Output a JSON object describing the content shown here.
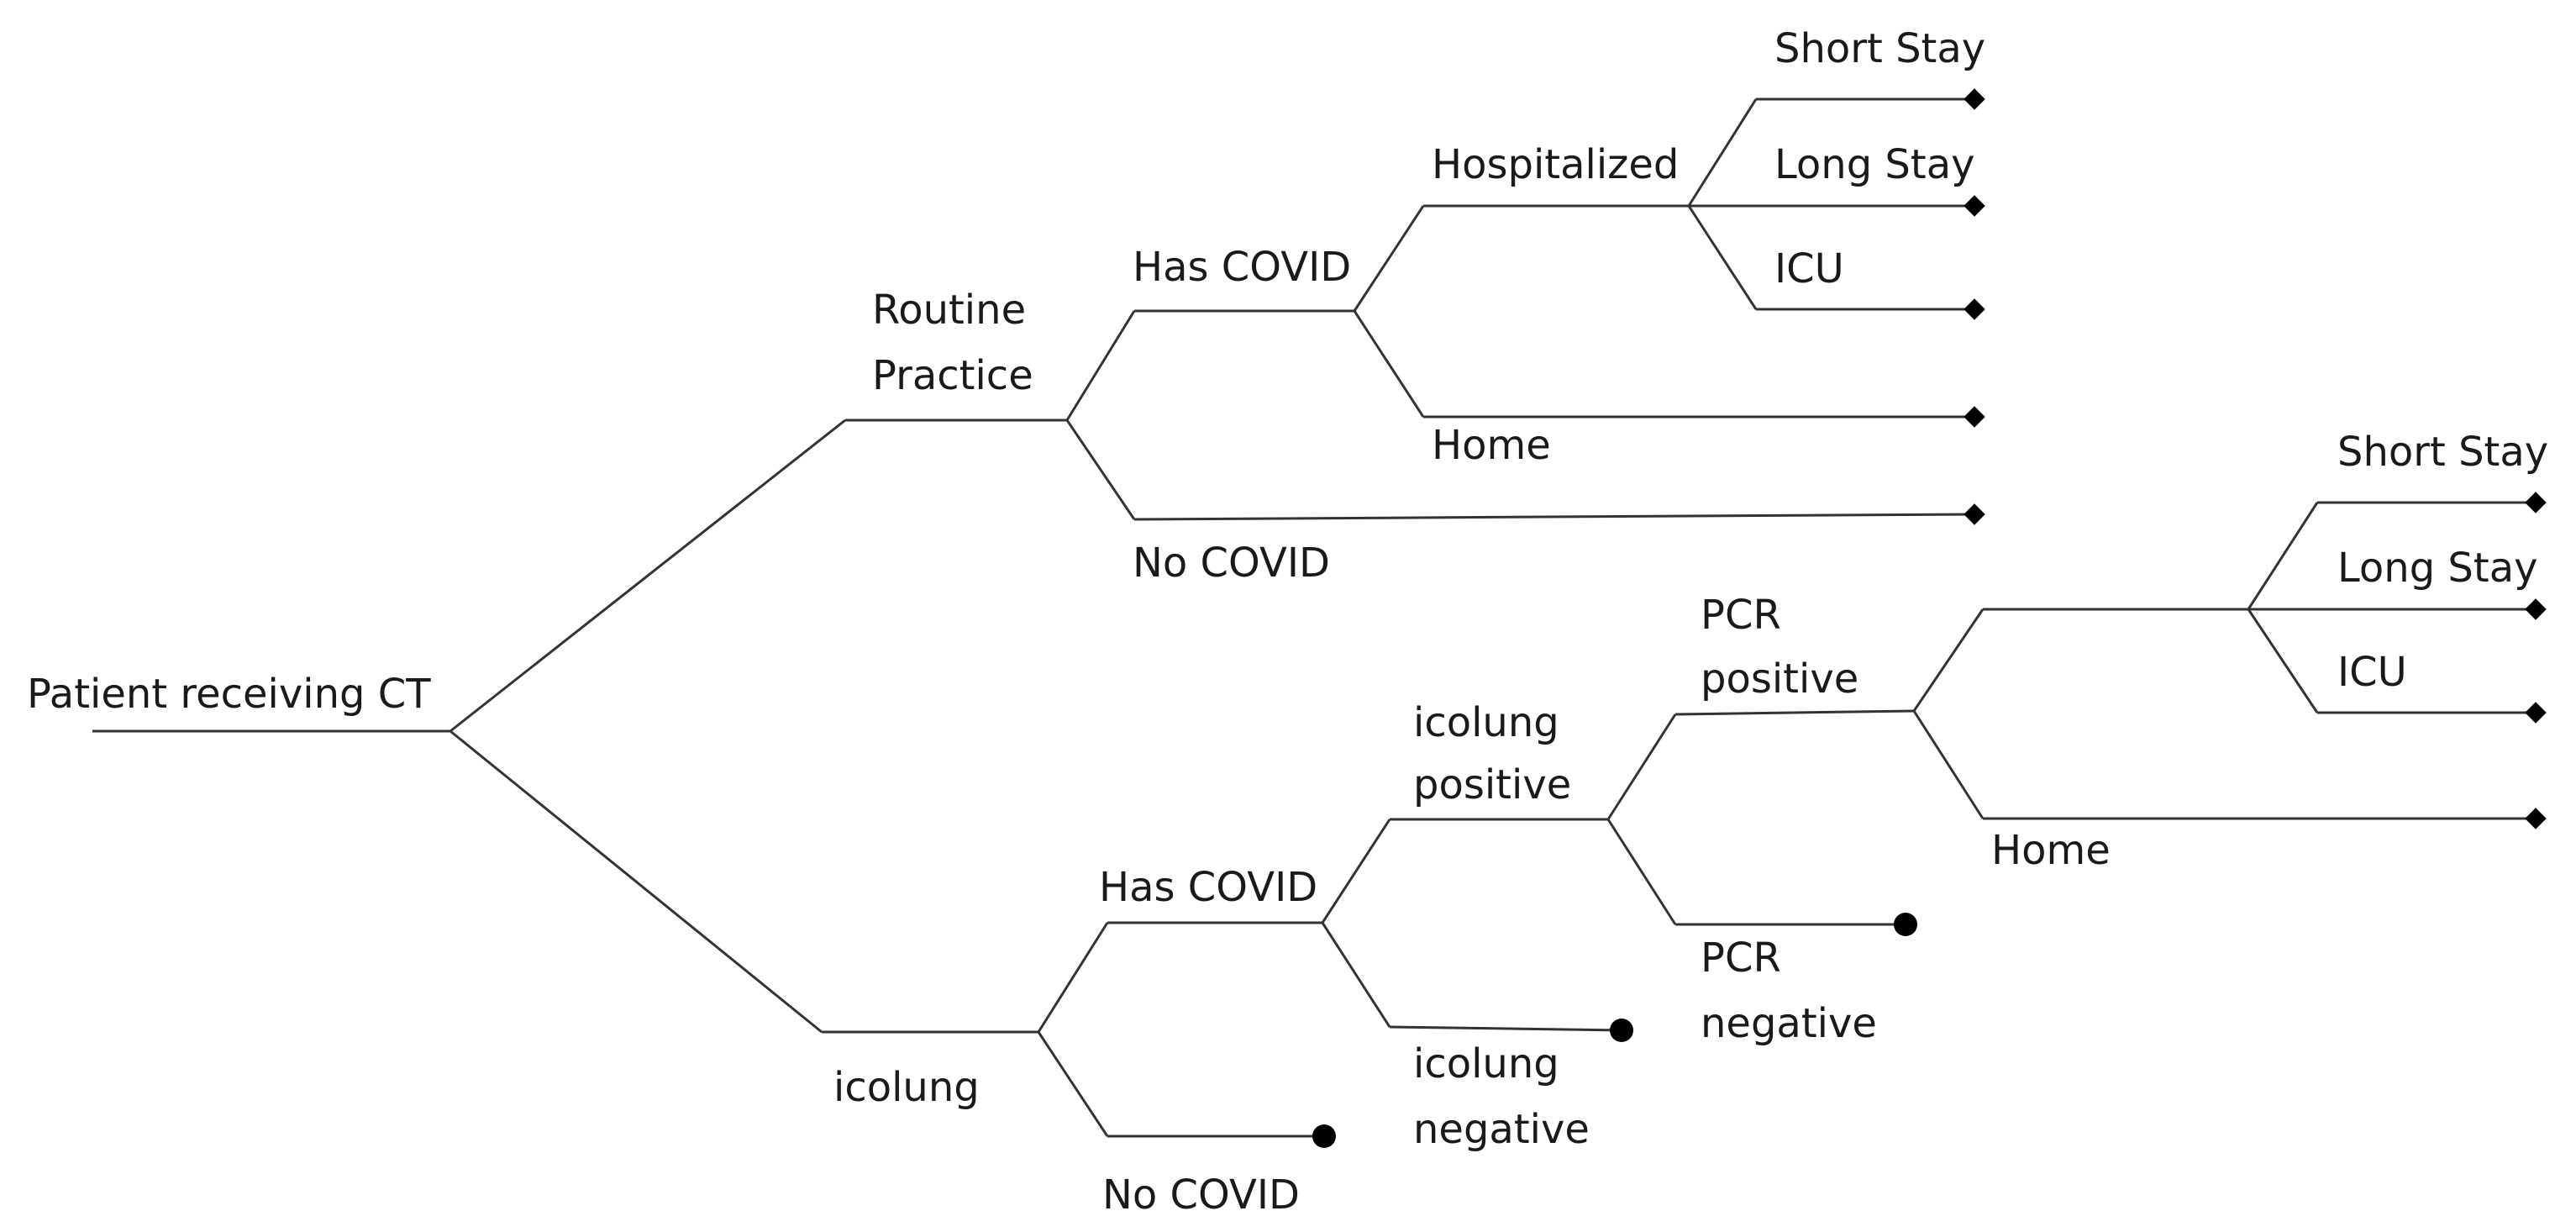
{
  "diagram": {
    "type": "decision-tree",
    "root": "Patient receiving CT",
    "labels": {
      "root": "Patient receiving CT",
      "routine_practice": [
        "Routine",
        "Practice"
      ],
      "rp_has_covid": "Has COVID",
      "rp_hospitalized": "Hospitalized",
      "rp_short_stay": "Short Stay",
      "rp_long_stay": "Long Stay",
      "rp_icu": "ICU",
      "rp_home": "Home",
      "rp_no_covid": "No COVID",
      "icolung": "icolung",
      "ic_has_covid": "Has COVID",
      "ic_icolung_positive": [
        "icolung",
        "positive"
      ],
      "ic_pcr_positive": [
        "PCR",
        "positive"
      ],
      "ic_short_stay": "Short Stay",
      "ic_long_stay": "Long Stay",
      "ic_icu": "ICU",
      "ic_home": "Home",
      "ic_pcr_negative": [
        "PCR",
        "negative"
      ],
      "ic_icolung_negative": [
        "icolung",
        "negative"
      ],
      "ic_no_covid": "No COVID"
    },
    "colors": {
      "line": "#333333",
      "terminal": "#000000",
      "text": "#1a1a1a"
    },
    "terminal_shapes": {
      "outcome": "diamond",
      "end": "circle"
    }
  }
}
